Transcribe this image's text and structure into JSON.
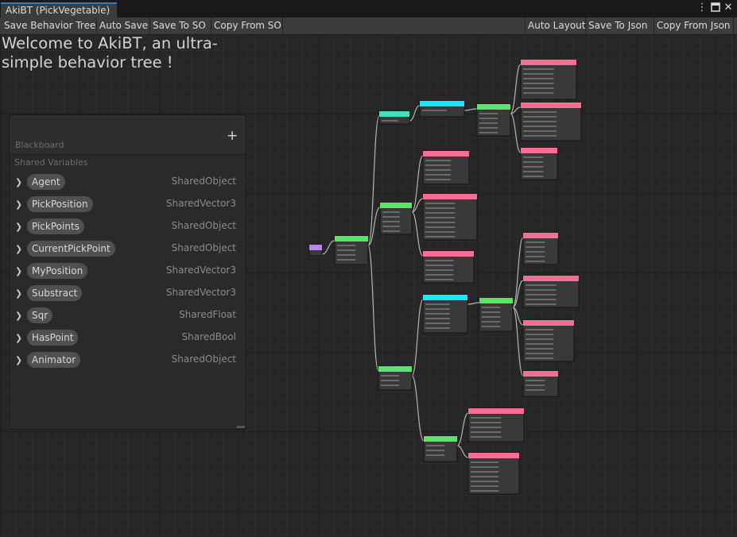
{
  "window": {
    "tab_title": "AkiBT (PickVegetable)",
    "menu_icon": "kebab-menu-icon",
    "maximize_icon": "maximize-icon",
    "close_icon": "close-icon"
  },
  "toolbar": {
    "left": [
      "Save Behavior Tree",
      "Auto Save",
      "Save To SO",
      "Copy From SO"
    ],
    "right": [
      "Auto Layout",
      "Save To Json",
      "Copy From Json"
    ]
  },
  "welcome": "Welcome to AkiBT, an ultra-simple behavior tree !",
  "blackboard": {
    "title": "Blackboard",
    "add_icon": "plus-icon",
    "section": "Shared Variables",
    "variables": [
      {
        "name": "Agent",
        "type": "SharedObject"
      },
      {
        "name": "PickPosition",
        "type": "SharedVector3"
      },
      {
        "name": "PickPoints",
        "type": "SharedObject"
      },
      {
        "name": "CurrentPickPoint",
        "type": "SharedObject"
      },
      {
        "name": "MyPosition",
        "type": "SharedVector3"
      },
      {
        "name": "Substract",
        "type": "SharedVector3"
      },
      {
        "name": "Sqr",
        "type": "SharedFloat"
      },
      {
        "name": "HasPoint",
        "type": "SharedBool"
      },
      {
        "name": "Animator",
        "type": "SharedObject"
      }
    ]
  },
  "colors": {
    "root": "#b585f2",
    "composite": "#57e56a",
    "condition": "#3fe0c0",
    "action": "#f56e93",
    "conditional": "#19e9f5"
  }
}
